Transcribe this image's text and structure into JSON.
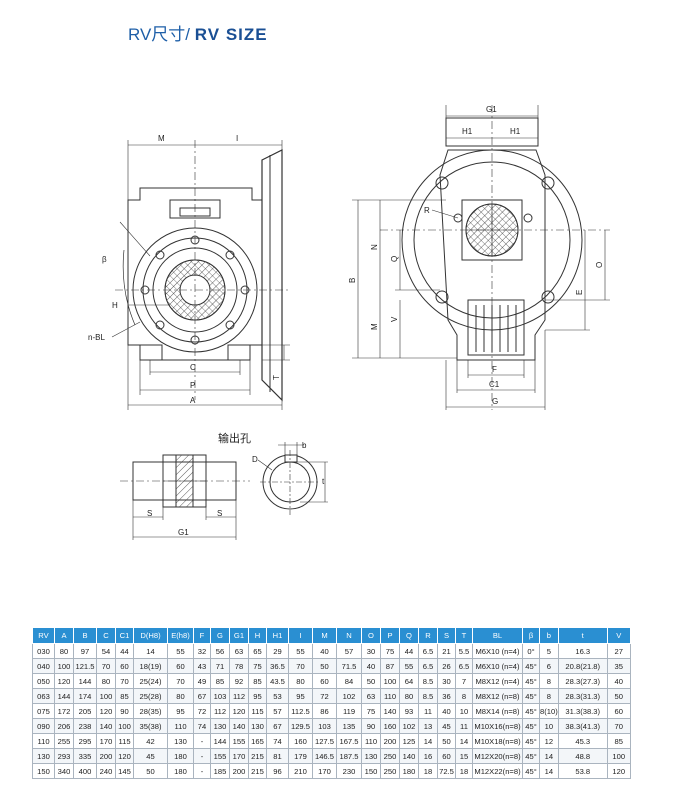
{
  "title": {
    "cn": "RV尺寸/",
    "en": "RV SIZE"
  },
  "drawing_labels": {
    "front": {
      "M": "M",
      "I": "I",
      "beta": "β",
      "H": "H",
      "nBL": "n-BL",
      "C": "C",
      "P": "P",
      "A": "A",
      "T": "T"
    },
    "side": {
      "G1": "G1",
      "H1a": "H1",
      "H1b": "H1",
      "R": "R",
      "B": "B",
      "N": "N",
      "Q": "Q",
      "M": "M",
      "V": "V",
      "O": "O",
      "E": "E",
      "F": "F",
      "C1": "C1",
      "G": "G"
    }
  },
  "output_hole": {
    "title": "输出孔",
    "labels": {
      "b": "b",
      "D": "D",
      "t": "t",
      "S1": "S",
      "S2": "S",
      "G1": "G1"
    }
  },
  "table": {
    "headers": [
      "RV",
      "A",
      "B",
      "C",
      "C1",
      "D(H8)",
      "E(h8)",
      "F",
      "G",
      "G1",
      "H",
      "H1",
      "I",
      "M",
      "N",
      "O",
      "P",
      "Q",
      "R",
      "S",
      "T",
      "BL",
      "β",
      "b",
      "t",
      "V"
    ],
    "rows": [
      [
        "030",
        "80",
        "97",
        "54",
        "44",
        "14",
        "55",
        "32",
        "56",
        "63",
        "65",
        "29",
        "55",
        "40",
        "57",
        "30",
        "75",
        "44",
        "6.5",
        "21",
        "5.5",
        "M6X10 (n=4)",
        "0°",
        "5",
        "16.3",
        "27"
      ],
      [
        "040",
        "100",
        "121.5",
        "70",
        "60",
        "18(19)",
        "60",
        "43",
        "71",
        "78",
        "75",
        "36.5",
        "70",
        "50",
        "71.5",
        "40",
        "87",
        "55",
        "6.5",
        "26",
        "6.5",
        "M6X10 (n=4)",
        "45°",
        "6",
        "20.8(21.8)",
        "35"
      ],
      [
        "050",
        "120",
        "144",
        "80",
        "70",
        "25(24)",
        "70",
        "49",
        "85",
        "92",
        "85",
        "43.5",
        "80",
        "60",
        "84",
        "50",
        "100",
        "64",
        "8.5",
        "30",
        "7",
        "M8X12 (n=4)",
        "45°",
        "8",
        "28.3(27.3)",
        "40"
      ],
      [
        "063",
        "144",
        "174",
        "100",
        "85",
        "25(28)",
        "80",
        "67",
        "103",
        "112",
        "95",
        "53",
        "95",
        "72",
        "102",
        "63",
        "110",
        "80",
        "8.5",
        "36",
        "8",
        "M8X12 (n=8)",
        "45°",
        "8",
        "28.3(31.3)",
        "50"
      ],
      [
        "075",
        "172",
        "205",
        "120",
        "90",
        "28(35)",
        "95",
        "72",
        "112",
        "120",
        "115",
        "57",
        "112.5",
        "86",
        "119",
        "75",
        "140",
        "93",
        "11",
        "40",
        "10",
        "M8X14 (n=8)",
        "45°",
        "8(10)",
        "31.3(38.3)",
        "60"
      ],
      [
        "090",
        "206",
        "238",
        "140",
        "100",
        "35(38)",
        "110",
        "74",
        "130",
        "140",
        "130",
        "67",
        "129.5",
        "103",
        "135",
        "90",
        "160",
        "102",
        "13",
        "45",
        "11",
        "M10X16(n=8)",
        "45°",
        "10",
        "38.3(41.3)",
        "70"
      ],
      [
        "110",
        "255",
        "295",
        "170",
        "115",
        "42",
        "130",
        "-",
        "144",
        "155",
        "165",
        "74",
        "160",
        "127.5",
        "167.5",
        "110",
        "200",
        "125",
        "14",
        "50",
        "14",
        "M10X18(n=8)",
        "45°",
        "12",
        "45.3",
        "85"
      ],
      [
        "130",
        "293",
        "335",
        "200",
        "120",
        "45",
        "180",
        "-",
        "155",
        "170",
        "215",
        "81",
        "179",
        "146.5",
        "187.5",
        "130",
        "250",
        "140",
        "16",
        "60",
        "15",
        "M12X20(n=8)",
        "45°",
        "14",
        "48.8",
        "100"
      ],
      [
        "150",
        "340",
        "400",
        "240",
        "145",
        "50",
        "180",
        "-",
        "185",
        "200",
        "215",
        "96",
        "210",
        "170",
        "230",
        "150",
        "250",
        "180",
        "18",
        "72.5",
        "18",
        "M12X22(n=8)",
        "45°",
        "14",
        "53.8",
        "120"
      ]
    ]
  }
}
